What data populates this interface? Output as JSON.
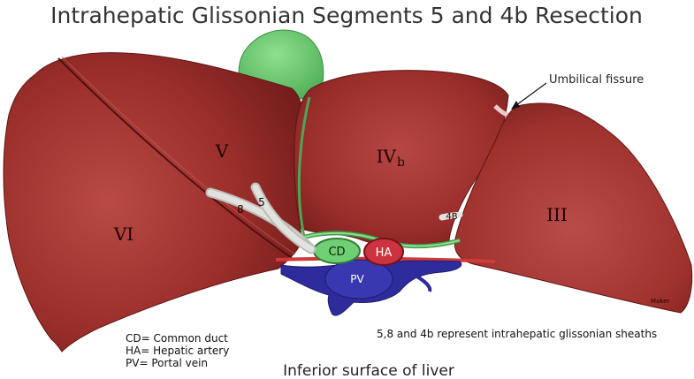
{
  "title": "Intrahepatic Glissonian Segments 5 and 4b Resection",
  "segments": {
    "vi": "VI",
    "v": "V",
    "ivb_main": "IV",
    "ivb_sub": "b",
    "iii": "III"
  },
  "sheath_labels": {
    "s8": "8",
    "s5": "5",
    "s4b": "4B"
  },
  "structures": {
    "cd": "CD",
    "ha": "HA",
    "pv": "PV"
  },
  "annotations": {
    "umbilical_fissure": "Umbilical fissure",
    "maker": "Maker"
  },
  "legend": [
    "CD= Common duct",
    "HA= Hepatic artery",
    "PV= Portal vein"
  ],
  "note": "5,8 and 4b represent intrahepatic glissonian sheaths",
  "caption": "Inferior surface of liver",
  "colors": {
    "liver": "#9e2f2c",
    "liver_dark": "#6e1c1a",
    "gallbladder": "#6fcf74",
    "duct": "#5bb55f",
    "artery": "#cc3340",
    "portal_vein": "#2b2a9a",
    "sheath": "#d9d9d4"
  }
}
